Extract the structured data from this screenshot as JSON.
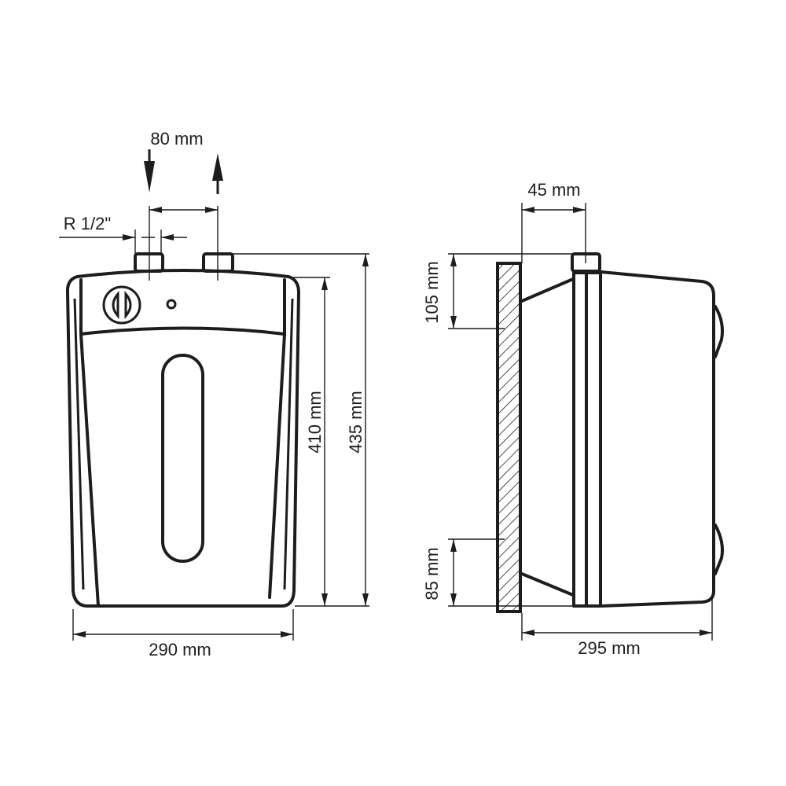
{
  "front_view": {
    "labels": {
      "pipe_spacing": "80 mm",
      "thread": "R 1/2\"",
      "width": "290 mm",
      "body_height": "410 mm",
      "total_height": "435 mm"
    }
  },
  "side_view": {
    "labels": {
      "wall_offset": "45 mm",
      "top_mount": "105 mm",
      "bottom_mount": "85 mm",
      "depth": "295 mm"
    }
  },
  "colors": {
    "line": "#1d1d1b",
    "background": "#ffffff"
  }
}
